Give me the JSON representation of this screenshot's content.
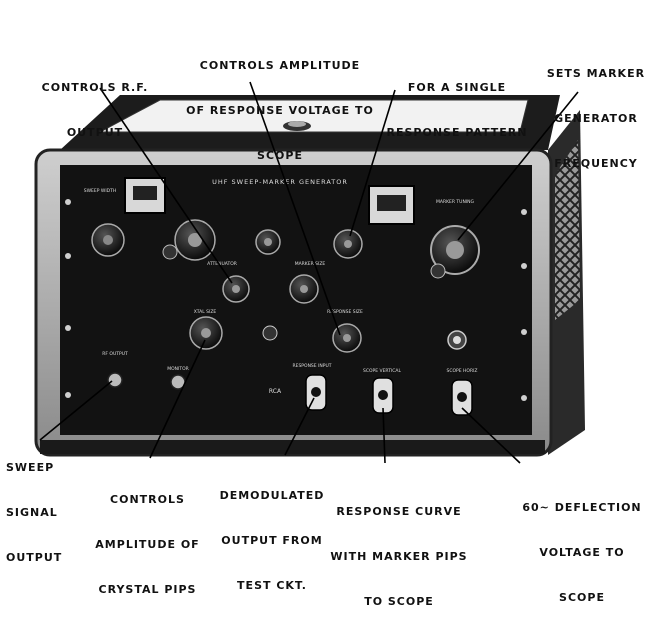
{
  "instrument": {
    "panel_title": "UHF SWEEP-MARKER GENERATOR",
    "panel_labels": {
      "sweep_width": "SWEEP WIDTH",
      "attenuator": "ATTENUATOR",
      "marker_size": "MARKER SIZE",
      "response_size": "RESPONSE SIZE",
      "marker_tuning": "MARKER TUNING",
      "xtal_size": "XTAL SIZE",
      "rf_output": "RF OUTPUT",
      "monitor": "MONITOR",
      "response_input": "RESPONSE INPUT",
      "scope_vertical": "SCOPE VERTICAL",
      "scope_horiz": "SCOPE HORIZ",
      "rca": "RCA"
    }
  },
  "callouts": [
    {
      "id": "rf-output-control",
      "lines": [
        "CONTROLS R.F.",
        "OUTPUT"
      ]
    },
    {
      "id": "response-voltage-amplitude",
      "lines": [
        "CONTROLS AMPLITUDE",
        "OF RESPONSE VOLTAGE TO",
        "SCOPE"
      ]
    },
    {
      "id": "single-response-pattern",
      "lines": [
        "FOR A SINGLE",
        "RESPONSE PATTERN"
      ]
    },
    {
      "id": "marker-frequency",
      "lines": [
        "SETS MARKER",
        "GENERATOR",
        "FREQUENCY"
      ]
    },
    {
      "id": "sweep-signal-output",
      "lines": [
        "SWEEP",
        "SIGNAL",
        "OUTPUT"
      ]
    },
    {
      "id": "crystal-pips-amplitude",
      "lines": [
        "CONTROLS",
        "AMPLITUDE OF",
        "CRYSTAL PIPS"
      ]
    },
    {
      "id": "demodulated-output",
      "lines": [
        "DEMODULATED",
        "OUTPUT FROM",
        "TEST CKT."
      ]
    },
    {
      "id": "response-curve",
      "lines": [
        "RESPONSE CURVE",
        "WITH MARKER PIPS",
        "TO SCOPE"
      ]
    },
    {
      "id": "deflection-voltage",
      "lines": [
        "60~ DEFLECTION",
        "VOLTAGE TO",
        "SCOPE"
      ]
    }
  ]
}
